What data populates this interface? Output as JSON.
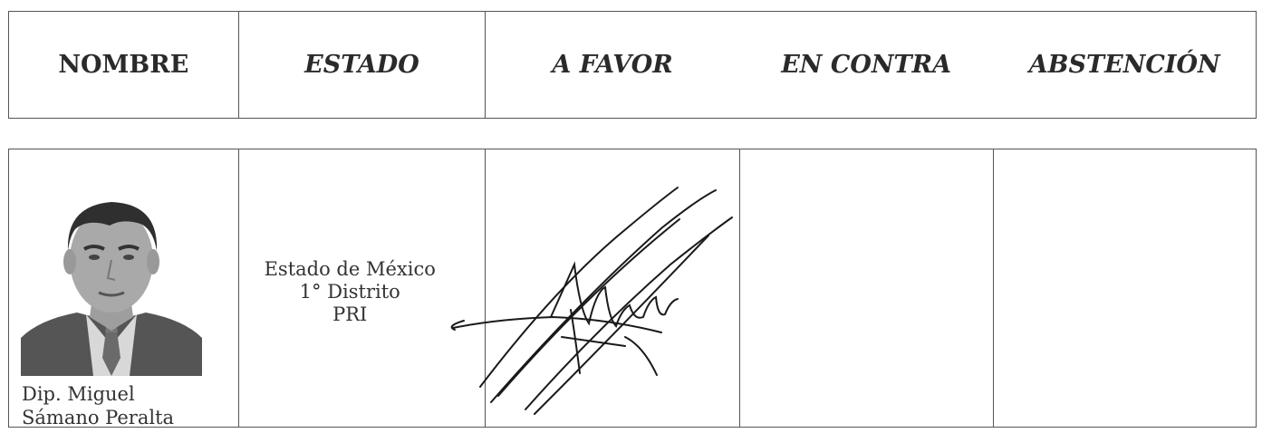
{
  "header": {
    "nombre": "NOMBRE",
    "estado": "ESTADO",
    "a_favor": "A FAVOR",
    "en_contra": "EN CONTRA",
    "abstencion": "ABSTENCIÓN"
  },
  "deputy": {
    "name_line1": "Dip. Miguel",
    "name_line2": "Sámano Peralta",
    "estado_line1": "Estado de México",
    "estado_line2": "1° Distrito",
    "estado_line3": "PRI",
    "vote": "a_favor"
  }
}
